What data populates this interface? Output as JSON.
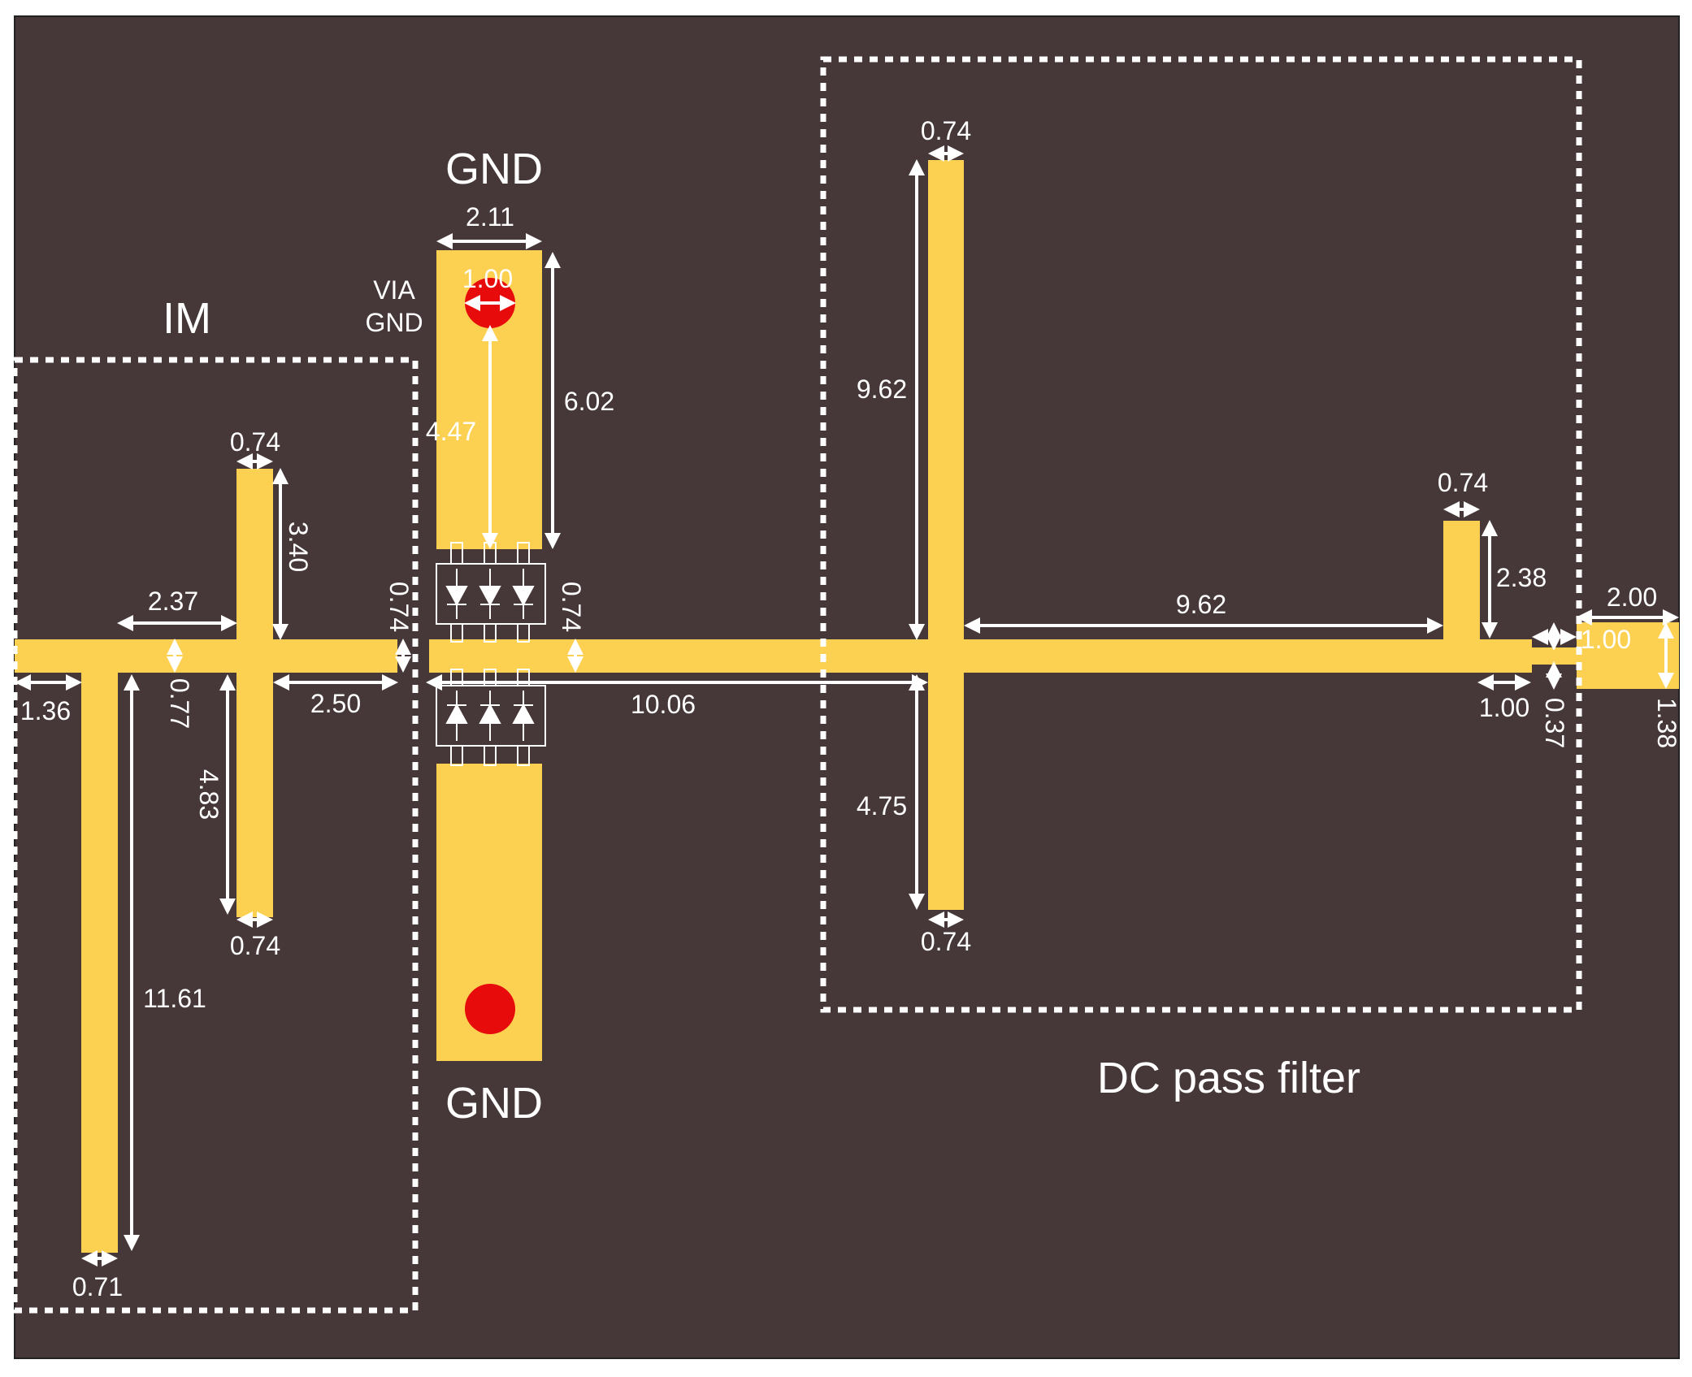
{
  "colors": {
    "substrate": "#463839",
    "copper": "#FCD152",
    "via": "#E80B0B",
    "annotation": "#FFFFFF"
  },
  "labels": {
    "gnd_top": "GND",
    "gnd_bottom": "GND",
    "im": "IM",
    "via_line1": "VIA",
    "via_line2": "GND",
    "dc_pass_filter": "DC pass filter"
  },
  "dimensions": {
    "gnd_pad_width": "2.11",
    "via_diameter": "1.00",
    "gnd_pad_length": "6.02",
    "via_to_diode": "4.47",
    "im_top_stub_width": "0.74",
    "im_top_stub_length": "3.40",
    "im_stub_spacing": "2.37",
    "im_line_width": "0.77",
    "im_left_offset": "1.36",
    "im_right_segment": "2.50",
    "im_bottom_stub_length": "4.83",
    "im_bottom_stub_width": "0.74",
    "im_long_stub_length": "11.61",
    "im_long_stub_width": "0.71",
    "gap_left": "0.74",
    "gap_right": "0.74",
    "diode_to_filter": "10.06",
    "filter_top_stub_width": "0.74",
    "filter_top_stub_length": "9.62",
    "filter_line_length": "9.62",
    "filter_bottom_stub_length": "4.75",
    "filter_bottom_stub_width": "0.74",
    "filter_small_stub_width": "0.74",
    "filter_small_stub_length": "2.38",
    "output_line_length": "2.00",
    "output_narrow_width": "1.00",
    "output_step_length": "1.00",
    "output_step_width": "0.37",
    "output_line_width": "1.38"
  }
}
